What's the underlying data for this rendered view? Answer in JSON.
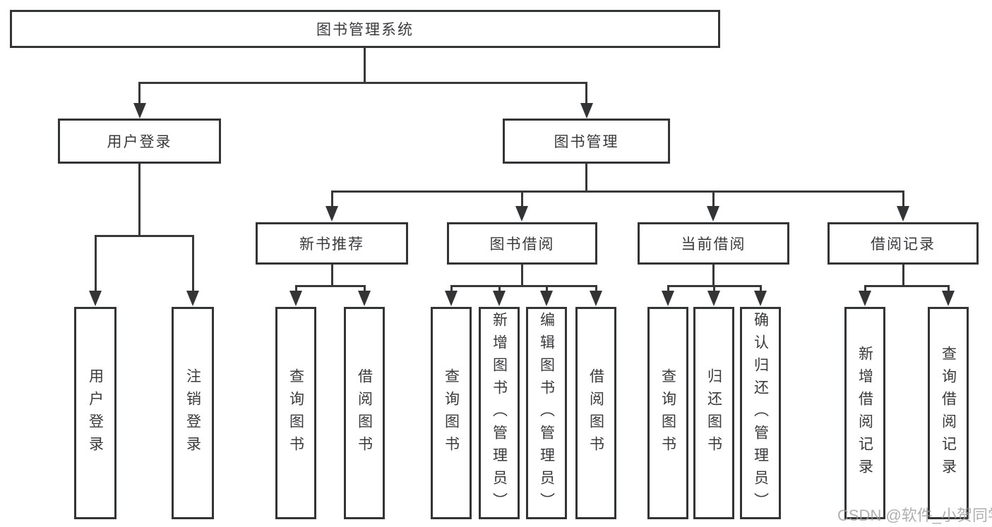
{
  "diagram": {
    "root": {
      "label": "图书管理系统"
    },
    "user_login_branch": {
      "label": "用户登录",
      "leaves": [
        {
          "label": "用户登录"
        },
        {
          "label": "注销登录"
        }
      ]
    },
    "book_mgmt_branch": {
      "label": "图书管理",
      "groups": [
        {
          "label": "新书推荐",
          "leaves": [
            {
              "label": "查询图书"
            },
            {
              "label": "借阅图书"
            }
          ]
        },
        {
          "label": "图书借阅",
          "leaves": [
            {
              "label": "查询图书"
            },
            {
              "label": "新增图书（管理员）"
            },
            {
              "label": "编辑图书（管理员）"
            },
            {
              "label": "借阅图书"
            }
          ]
        },
        {
          "label": "当前借阅",
          "leaves": [
            {
              "label": "查询图书"
            },
            {
              "label": "归还图书"
            },
            {
              "label": "确认归还（管理员）"
            }
          ]
        },
        {
          "label": "借阅记录",
          "leaves": [
            {
              "label": "新增借阅记录"
            },
            {
              "label": "查询借阅记录"
            }
          ]
        }
      ]
    }
  },
  "watermark": {
    "text": "CSDN @软件_小贺同学"
  },
  "colors": {
    "line": "#38383a",
    "box_border": "#333436",
    "text": "#3a3a3c",
    "watermark": "#989898",
    "background": "#ffffff"
  }
}
